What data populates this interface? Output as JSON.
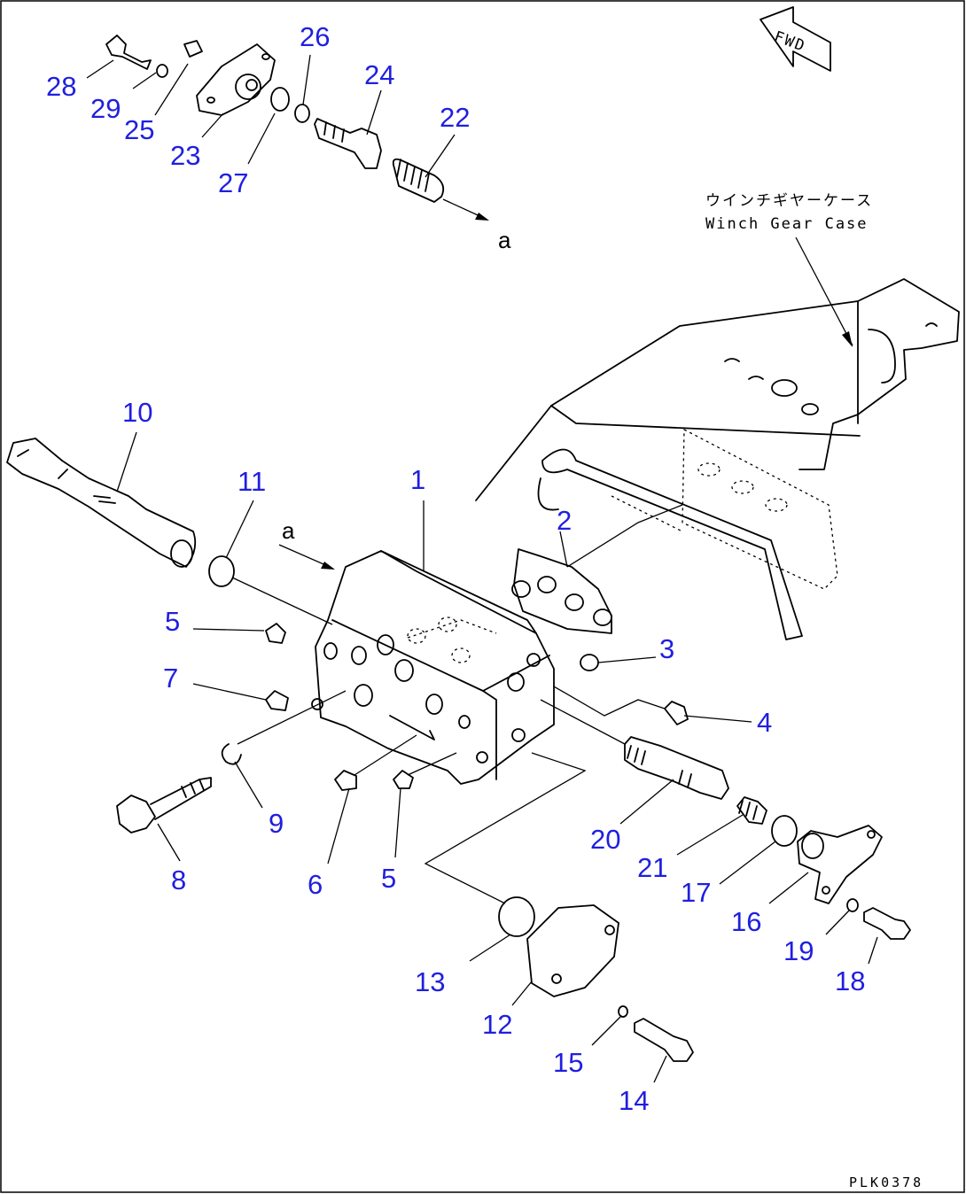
{
  "fwd_label": "FWD",
  "case_label_jp": "ウインチギヤーケース",
  "case_label_en": "Winch Gear Case",
  "arrow_letter": "a",
  "drawing_code": "PLK0378",
  "callouts": [
    "28",
    "29",
    "25",
    "23",
    "27",
    "26",
    "24",
    "22",
    "10",
    "11",
    "1",
    "2",
    "5",
    "7",
    "3",
    "4",
    "9",
    "8",
    "6",
    "5",
    "20",
    "21",
    "17",
    "16",
    "19",
    "18",
    "13",
    "12",
    "15",
    "14"
  ]
}
